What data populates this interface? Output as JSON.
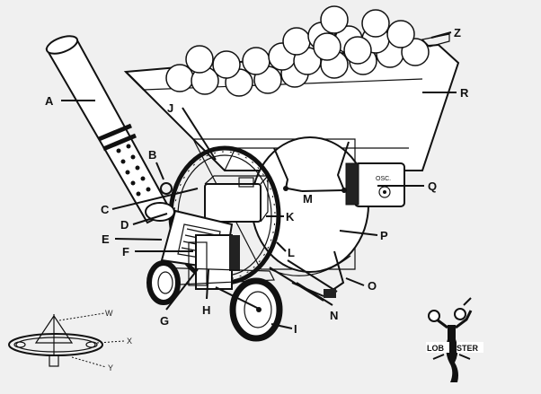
{
  "labels": {
    "A": "A",
    "B": "B",
    "C": "C",
    "D": "D",
    "E": "E",
    "F": "F",
    "G": "G",
    "H": "H",
    "I": "I",
    "J": "J",
    "K": "K",
    "L": "L",
    "M": "M",
    "N": "N",
    "O": "O",
    "P": "P",
    "Q": "Q",
    "R": "R",
    "Z": "Z"
  },
  "inset_labels": {
    "W": "W",
    "X": "X",
    "Y": "Y"
  },
  "control_panel_text": "OSC.",
  "logo": {
    "left": "LOB",
    "right": "STER"
  },
  "colors": {
    "background": "#f0f0f0",
    "line": "#111111",
    "fill": "#ffffff"
  }
}
